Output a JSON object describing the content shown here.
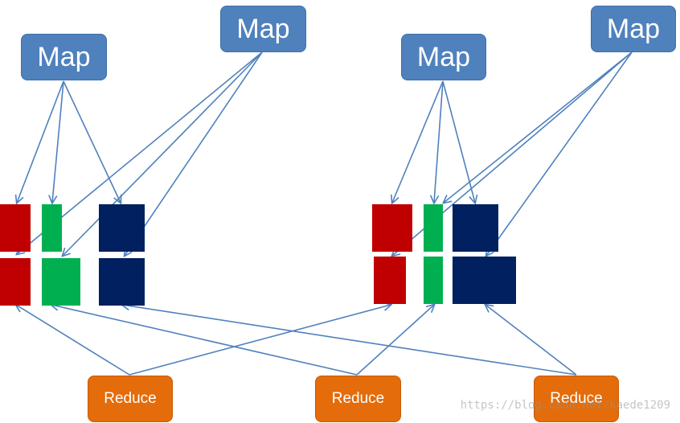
{
  "nodes": {
    "map1": "Map",
    "map2": "Map",
    "map3": "Map",
    "map4": "Map",
    "reduce1": "Reduce",
    "reduce2": "Reduce",
    "reduce3": "Reduce"
  },
  "colors": {
    "map_fill": "#4f81bd",
    "reduce_fill": "#e46c0a",
    "partition_red": "#c00000",
    "partition_green": "#00b050",
    "partition_navy": "#002060",
    "arrow": "#4f81bd"
  },
  "watermark": "https://blog.csdn.net/kaede1209"
}
